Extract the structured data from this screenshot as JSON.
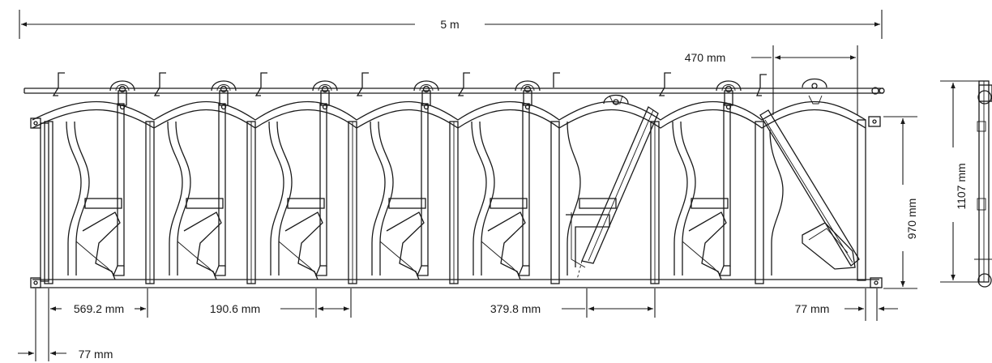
{
  "dimensions": {
    "total_width": "5 m",
    "hinge_spacing": "470 mm",
    "frame_height": "970 mm",
    "total_height": "1107 mm",
    "bay_offset": "569.2 mm",
    "post_gap": "190.6 mm",
    "gate_span": "379.8 mm",
    "end_gap": "77 mm",
    "bottom_gap": "77 mm"
  }
}
